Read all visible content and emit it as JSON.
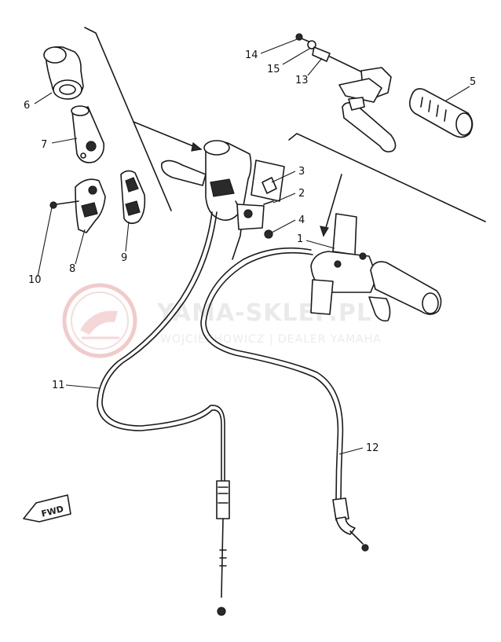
{
  "diagram": {
    "callouts": [
      {
        "num": "14"
      },
      {
        "num": "15"
      },
      {
        "num": "13"
      },
      {
        "num": "5"
      },
      {
        "num": "6"
      },
      {
        "num": "7"
      },
      {
        "num": "3"
      },
      {
        "num": "2"
      },
      {
        "num": "4"
      },
      {
        "num": "1"
      },
      {
        "num": "10"
      },
      {
        "num": "8"
      },
      {
        "num": "9"
      },
      {
        "num": "11"
      },
      {
        "num": "12"
      }
    ],
    "fwd_label": "FWD"
  },
  "watermark": {
    "title": "YAMA-SKLEP.PL",
    "subtitle": "WOJCIECHOWICZ | DEALER YAMAHA",
    "color": "#e8a0a0"
  }
}
